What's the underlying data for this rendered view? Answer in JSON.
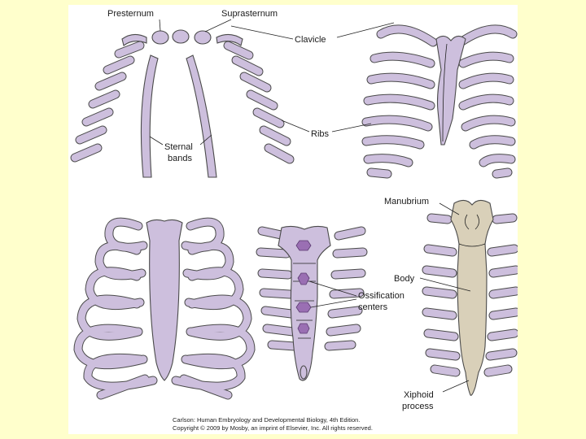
{
  "labels": {
    "presternum": "Presternum",
    "suprasternum": "Suprasternum",
    "clavicle": "Clavicle",
    "ribs": "Ribs",
    "sternal_bands": [
      "Sternal",
      "bands"
    ],
    "manubrium": "Manubrium",
    "body": "Body",
    "ossification_centers": [
      "Ossification",
      "centers"
    ],
    "xiphoid_process": [
      "Xiphoid",
      "process"
    ]
  },
  "credit": {
    "line1": "Carlson: Human Embryology and Developmental Biology, 4th Edition.",
    "line2": "Copyright © 2009 by Mosby, an imprint of Elsevier, Inc. All rights reserved."
  },
  "colors": {
    "background": "#ffffcc",
    "bone": "#cdbfdd",
    "bone_outline": "#4a4a4a",
    "mature_sternum": "#d9d0b9",
    "ossification": "#9a6fb3"
  }
}
